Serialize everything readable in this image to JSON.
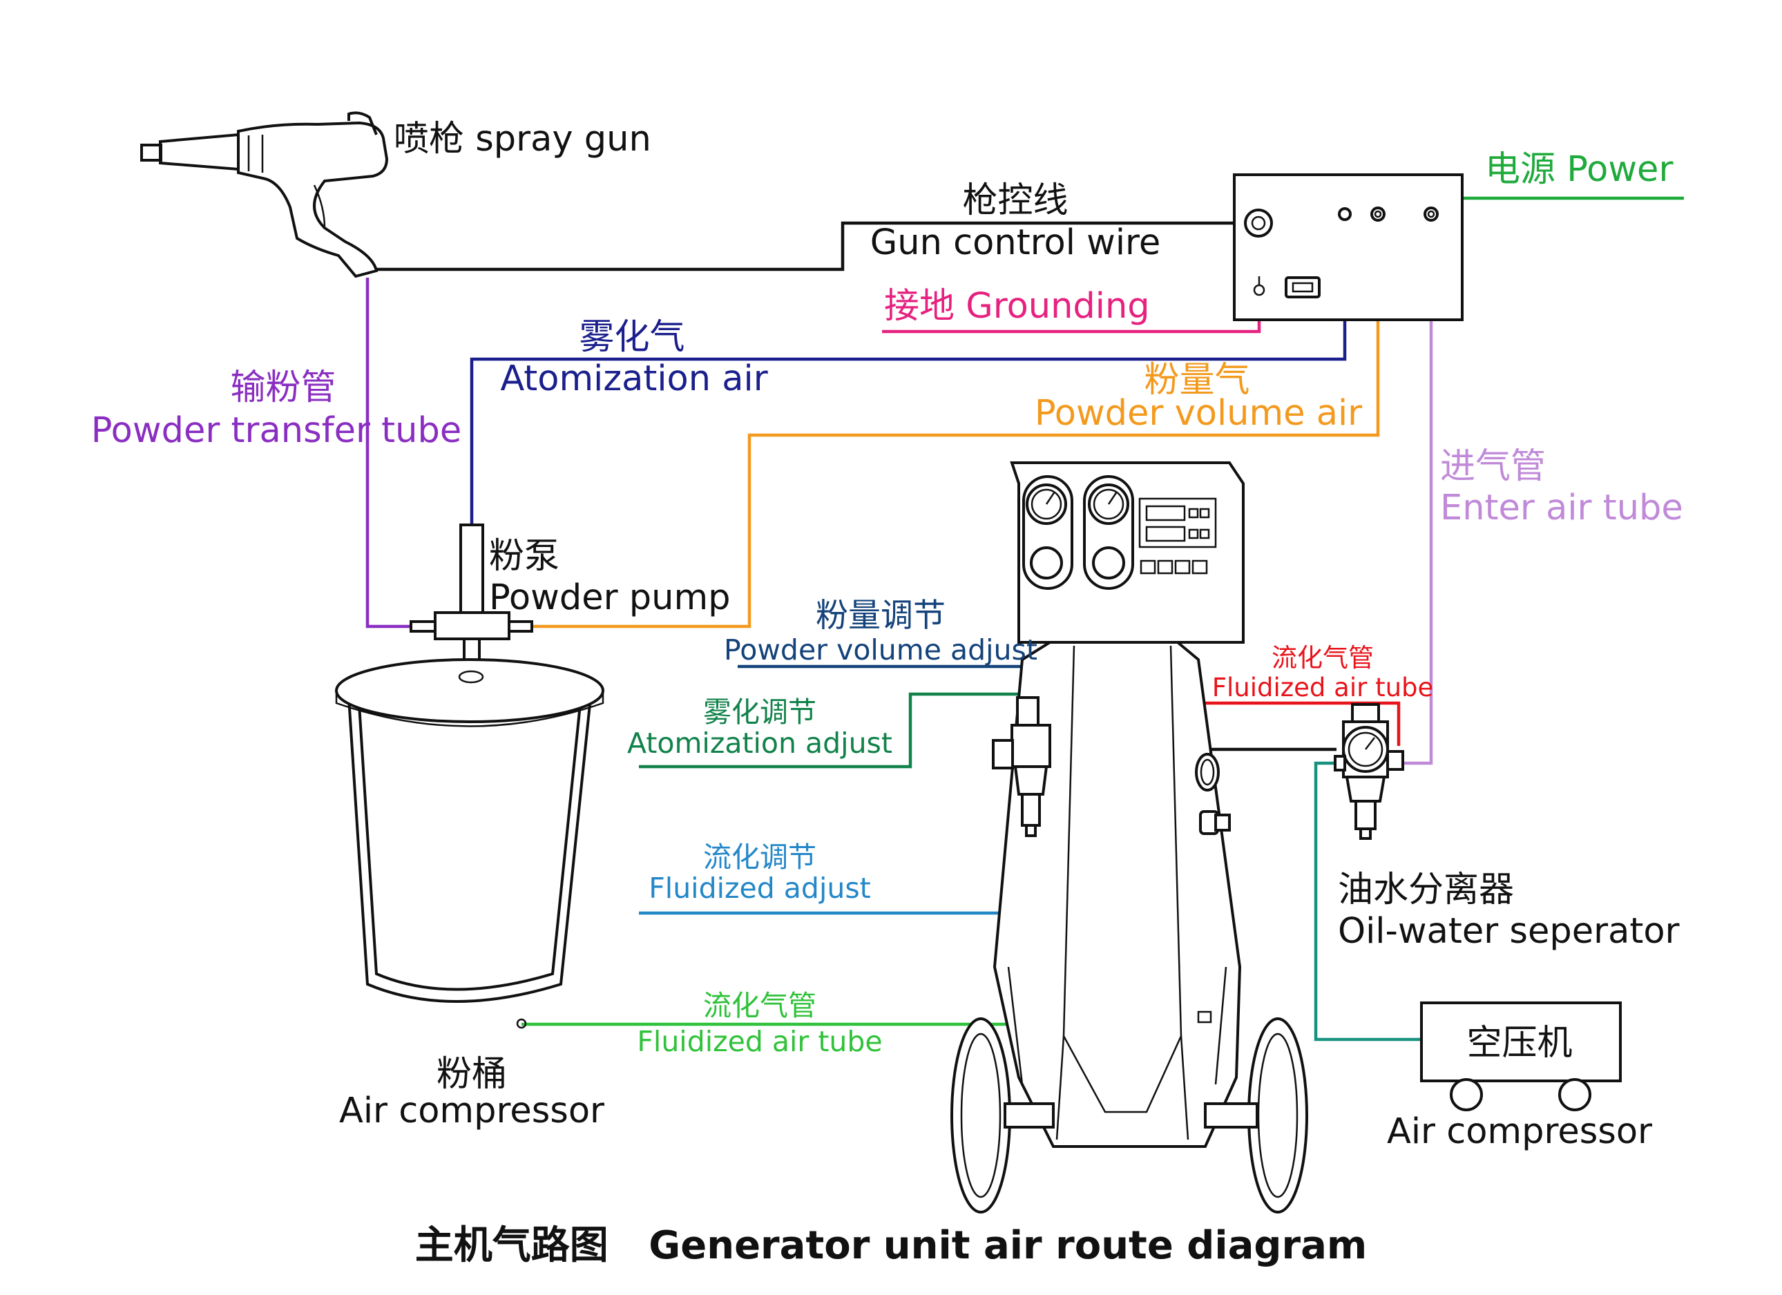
{
  "colors": {
    "black": "#111111",
    "power": "#1faa3c",
    "grounding": "#e6217f",
    "atomization": "#1a1f8c",
    "powder_volume": "#f39a1e",
    "powder_transfer": "#8a2ec2",
    "enter_air": "#c08ad8",
    "powder_adjust": "#14427a",
    "atomization_adjust": "#11824a",
    "fluidized_red": "#e8141b",
    "fluidized_adjust": "#2487c8",
    "fluidized_tube": "#2fc23a",
    "compressor_line": "#18927f"
  },
  "icons": [
    "spray-gun-drawing",
    "control-box-drawing",
    "powder-pump-drawing",
    "powder-bucket-drawing",
    "generator-cart-drawing",
    "oil-water-separator-drawing",
    "air-compressor-drawing"
  ],
  "labels": {
    "spray_gun": "喷枪 spray gun",
    "gun_control_wire_cn": "枪控线",
    "gun_control_wire_en": "Gun control wire",
    "power": "电源 Power",
    "grounding": "接地 Grounding",
    "atomization_air_cn": "雾化气",
    "atomization_air_en": "Atomization air",
    "powder_volume_air_cn": "粉量气",
    "powder_volume_air_en": "Powder volume air",
    "powder_transfer_tube_cn": "输粉管",
    "powder_transfer_tube_en": "Powder transfer tube",
    "enter_air_tube_cn": "进气管",
    "enter_air_tube_en": "Enter air tube",
    "powder_pump_cn": "粉泵",
    "powder_pump_en": "Powder pump",
    "powder_volume_adjust_cn": "粉量调节",
    "powder_volume_adjust_en": "Powder volume adjust",
    "fluidized_air_tube_top_cn": "流化气管",
    "fluidized_air_tube_top_en": "Fluidized air tube",
    "atomization_adjust_cn": "雾化调节",
    "atomization_adjust_en": "Atomization adjust",
    "fluidized_adjust_cn": "流化调节",
    "fluidized_adjust_en": "Fluidized adjust",
    "oil_water_separator_cn": "油水分离器",
    "oil_water_separator_en": "Oil-water seperator",
    "fluidized_air_tube_bottom_cn": "流化气管",
    "fluidized_air_tube_bottom_en": "Fluidized air tube",
    "powder_bucket_cn": "粉桶",
    "powder_bucket_en": "Air compressor",
    "air_compressor_box": "空压机",
    "air_compressor_en": "Air compressor",
    "title": "主机气路图   Generator unit air route diagram"
  }
}
